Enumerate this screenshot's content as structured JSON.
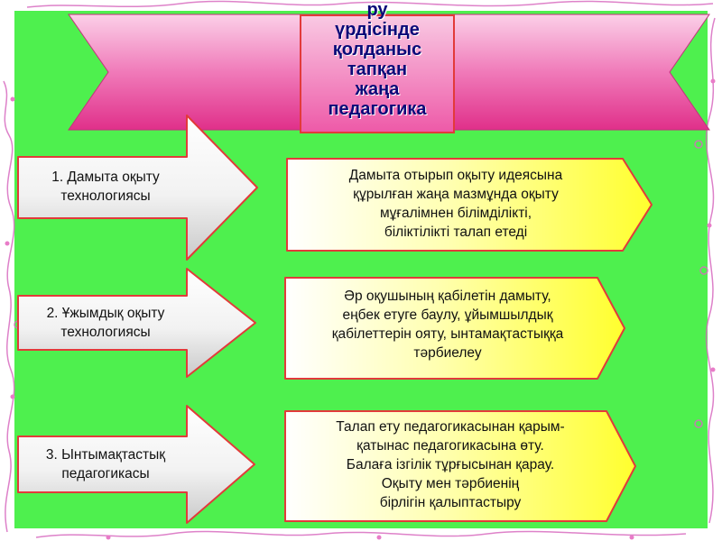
{
  "title": {
    "text": "ру\nүрдісінде\nқолданыс\nтапқан\nжаңа\nпедагогика"
  },
  "rows": [
    {
      "label": "1. Дамыта оқыту\nтехнологиясы",
      "description": "Дамыта отырып оқыту идеясына\nқұрылған жаңа мазмұнда оқыту\nмұғалімнен білімділікті,\nбіліктілікті талап етеді"
    },
    {
      "label": "2. Ұжымдық оқыту\nтехнологиясы",
      "description": "Әр оқушының қабілетін дамыту,\nеңбек етуге  баулу, ұйымшылдық\nқабілеттерін ояту, ынтамақтастыққа\nтәрбиелеу"
    },
    {
      "label": "3. Ынтымақтастық\nпедагогикасы",
      "description": "Талап ету педагогикасынан қарым-\nқатынас педагогикасына өту.\nБалаға ізгілік тұрғысынан қарау.\nОқыту мен тәрбиенің\nбірлігін қалыптастыру"
    }
  ],
  "colors": {
    "background": "#4ef04e",
    "banner": "#ee5aa8",
    "arrow_fill": "#f0f0f0",
    "callout_fill": "#ffff66",
    "title_text": "#0a0a78"
  },
  "decoration": "pink-floral-border"
}
